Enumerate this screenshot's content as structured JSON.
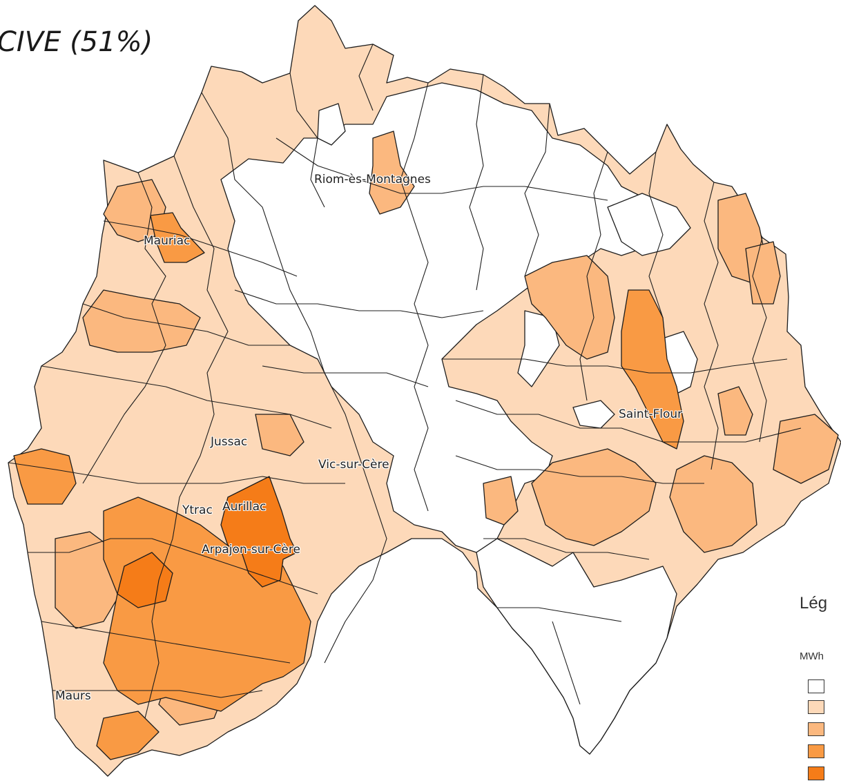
{
  "title": "CIVE (51%)",
  "labels": [
    {
      "id": "riom",
      "text": "Riom-ès-Montagnes"
    },
    {
      "id": "mauriac",
      "text": "Mauriac"
    },
    {
      "id": "jussac",
      "text": "Jussac"
    },
    {
      "id": "vic",
      "text": "Vic-sur-Cère"
    },
    {
      "id": "ytrac",
      "text": "Ytrac"
    },
    {
      "id": "aurillac",
      "text": "Aurillac"
    },
    {
      "id": "arpajon",
      "text": "Arpajon-sur-Cère"
    },
    {
      "id": "saintflour",
      "text": "Saint-Flour"
    },
    {
      "id": "maurs",
      "text": "Maurs"
    }
  ],
  "legend": {
    "title": "Lég",
    "unit": "MWh",
    "classes": [
      {
        "color": "#ffffff"
      },
      {
        "color": "#fdd9b9"
      },
      {
        "color": "#fbb87f"
      },
      {
        "color": "#f99a44"
      },
      {
        "color": "#f57c18"
      }
    ]
  },
  "colors": {
    "outline": "#1c1c1c",
    "c0": "#ffffff",
    "c1": "#fdd9b9",
    "c2": "#fbb87f",
    "c3": "#f99a44",
    "c4": "#f57c18"
  }
}
